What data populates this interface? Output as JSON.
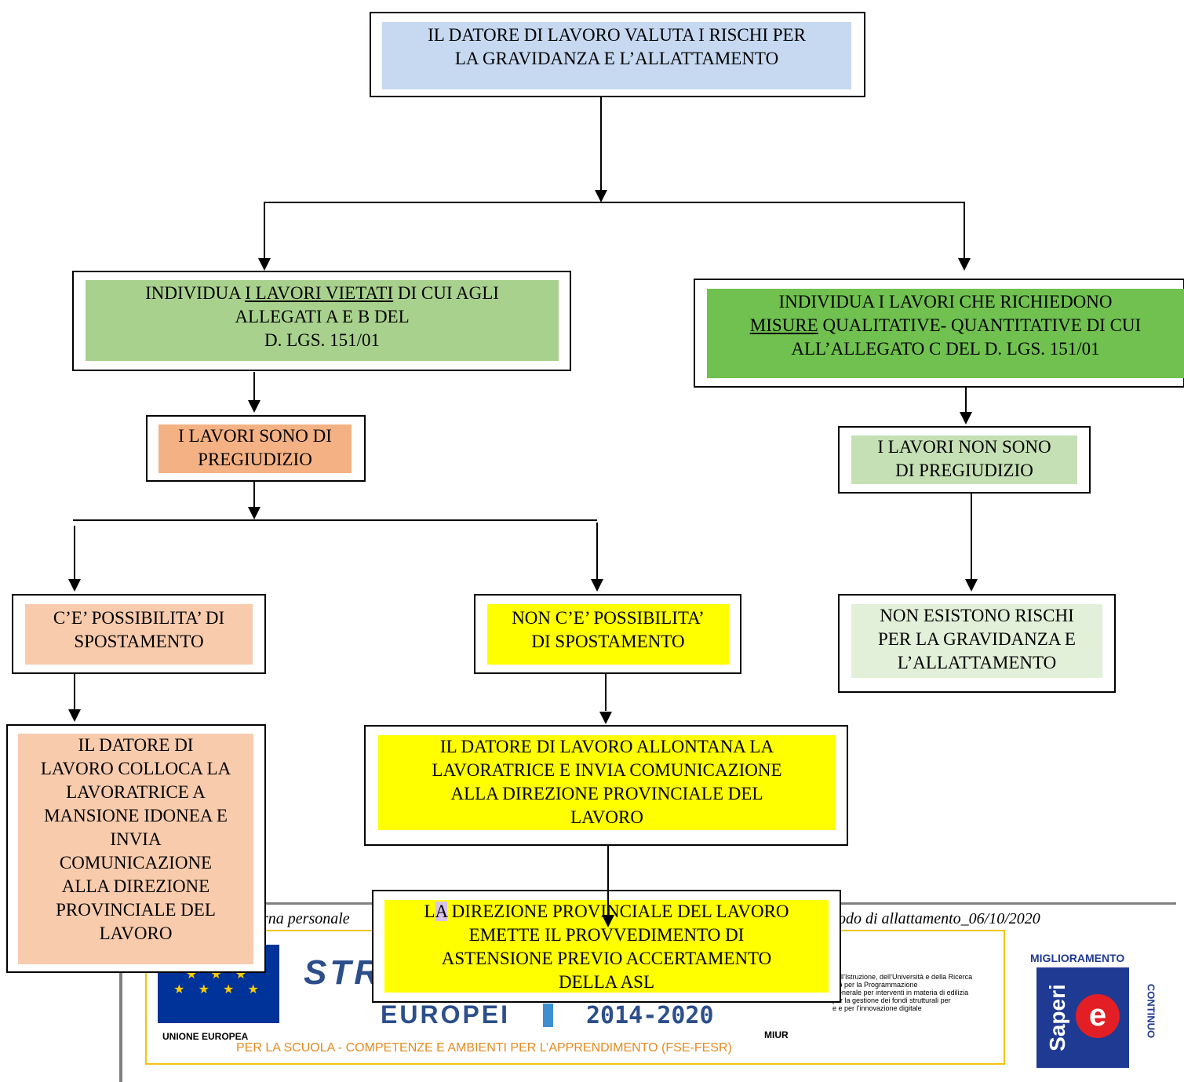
{
  "nodes": {
    "top": {
      "line1": "IL DATORE DI LAVORO VALUTA I RISCHI PER",
      "line2": "LA GRAVIDANZA E L’ALLATTAMENTO"
    },
    "left1": {
      "pre": "INDIVIDUA ",
      "underlined": "I LAVORI VIETATI",
      "post": " DI CUI AGLI",
      "line2": "ALLEGATI A E B DEL",
      "line3": "D. LGS. 151/01"
    },
    "right1": {
      "line1": "INDIVIDUA I LAVORI CHE RICHIEDONO",
      "underlined": "MISURE",
      "post": " QUALITATIVE- QUANTITATIVE DI CUI",
      "line3": "ALL’ALLEGATO C DEL D. LGS. 151/01"
    },
    "pregiudizio": {
      "line1": "I LAVORI SONO DI",
      "line2": "PREGIUDIZIO"
    },
    "non_pregiudizio": {
      "line1": "I LAVORI NON SONO",
      "line2": "DI PREGIUDIZIO"
    },
    "possibilita": {
      "line1": "C’E’ POSSIBILITA’ DI",
      "line2": "SPOSTAMENTO"
    },
    "non_possibilita": {
      "line1": "NON C’E’ POSSIBILITA’",
      "line2": "DI SPOSTAMENTO"
    },
    "non_rischi": {
      "line1": "NON ESISTONO RISCHI",
      "line2": "PER LA GRAVIDANZA E",
      "line3": "L’ALLATTAMENTO"
    },
    "colloca": {
      "lines": [
        "IL DATORE DI",
        "LAVORO COLLOCA LA",
        "LAVORATRICE A",
        "MANSIONE IDONEA E",
        "INVIA",
        "COMUNICAZIONE",
        "ALLA DIREZIONE",
        "PROVINCIALE DEL",
        "LAVORO"
      ]
    },
    "allontana": {
      "lines": [
        "IL DATORE DI LAVORO ALLONTANA LA",
        "LAVORATRICE E INVIA COMUNICAZIONE",
        "ALLA DIREZIONE PROVINCIALE DEL",
        "LAVORO"
      ]
    },
    "provvedimento": {
      "first_a": "L",
      "first_b": "A",
      "first_rest": " DIREZIONE PROVINCIALE DEL LAVORO",
      "lines": [
        "EMETTE IL PROVVEDIMENTO DI",
        "ASTENSIONE PREVIO ACCERTAMENTO",
        "DELLA ASL"
      ]
    }
  },
  "footer": {
    "left_text": "rna personale",
    "right_text": "odo di allattamento_06/10/2020",
    "eu_label": "UNIONE EUROPEA",
    "fondi_strut": "STRU",
    "fondi_europei": "EUROPEI",
    "years": "2014-2020",
    "pon_tagline": "PER LA SCUOLA - COMPETENZE E AMBIENTI PER L’APPRENDIMENTO (FSE-FESR)",
    "miur_label": "MIUR",
    "miur_lines": [
      "dell’Istruzione, dell’Università e della Ricerca",
      "nto per la Programmazione",
      "Generale per interventi in materia di edilizia",
      "per la gestione dei fondi strutturali per",
      "e e per l’innovazione digitale"
    ],
    "miglioramento": "MIGLIORAMENTO",
    "saperi": "Saperi",
    "continuo": "CONTINUO"
  },
  "colors": {
    "blue": "#c6d9f1",
    "green": "#a9d18e",
    "bright_green": "#70c150",
    "orange": "#f4b183",
    "peach": "#f8cbad",
    "yellow": "#ffff00",
    "light_green": "#c5e0b4",
    "pale_green": "#e2f0d9"
  }
}
